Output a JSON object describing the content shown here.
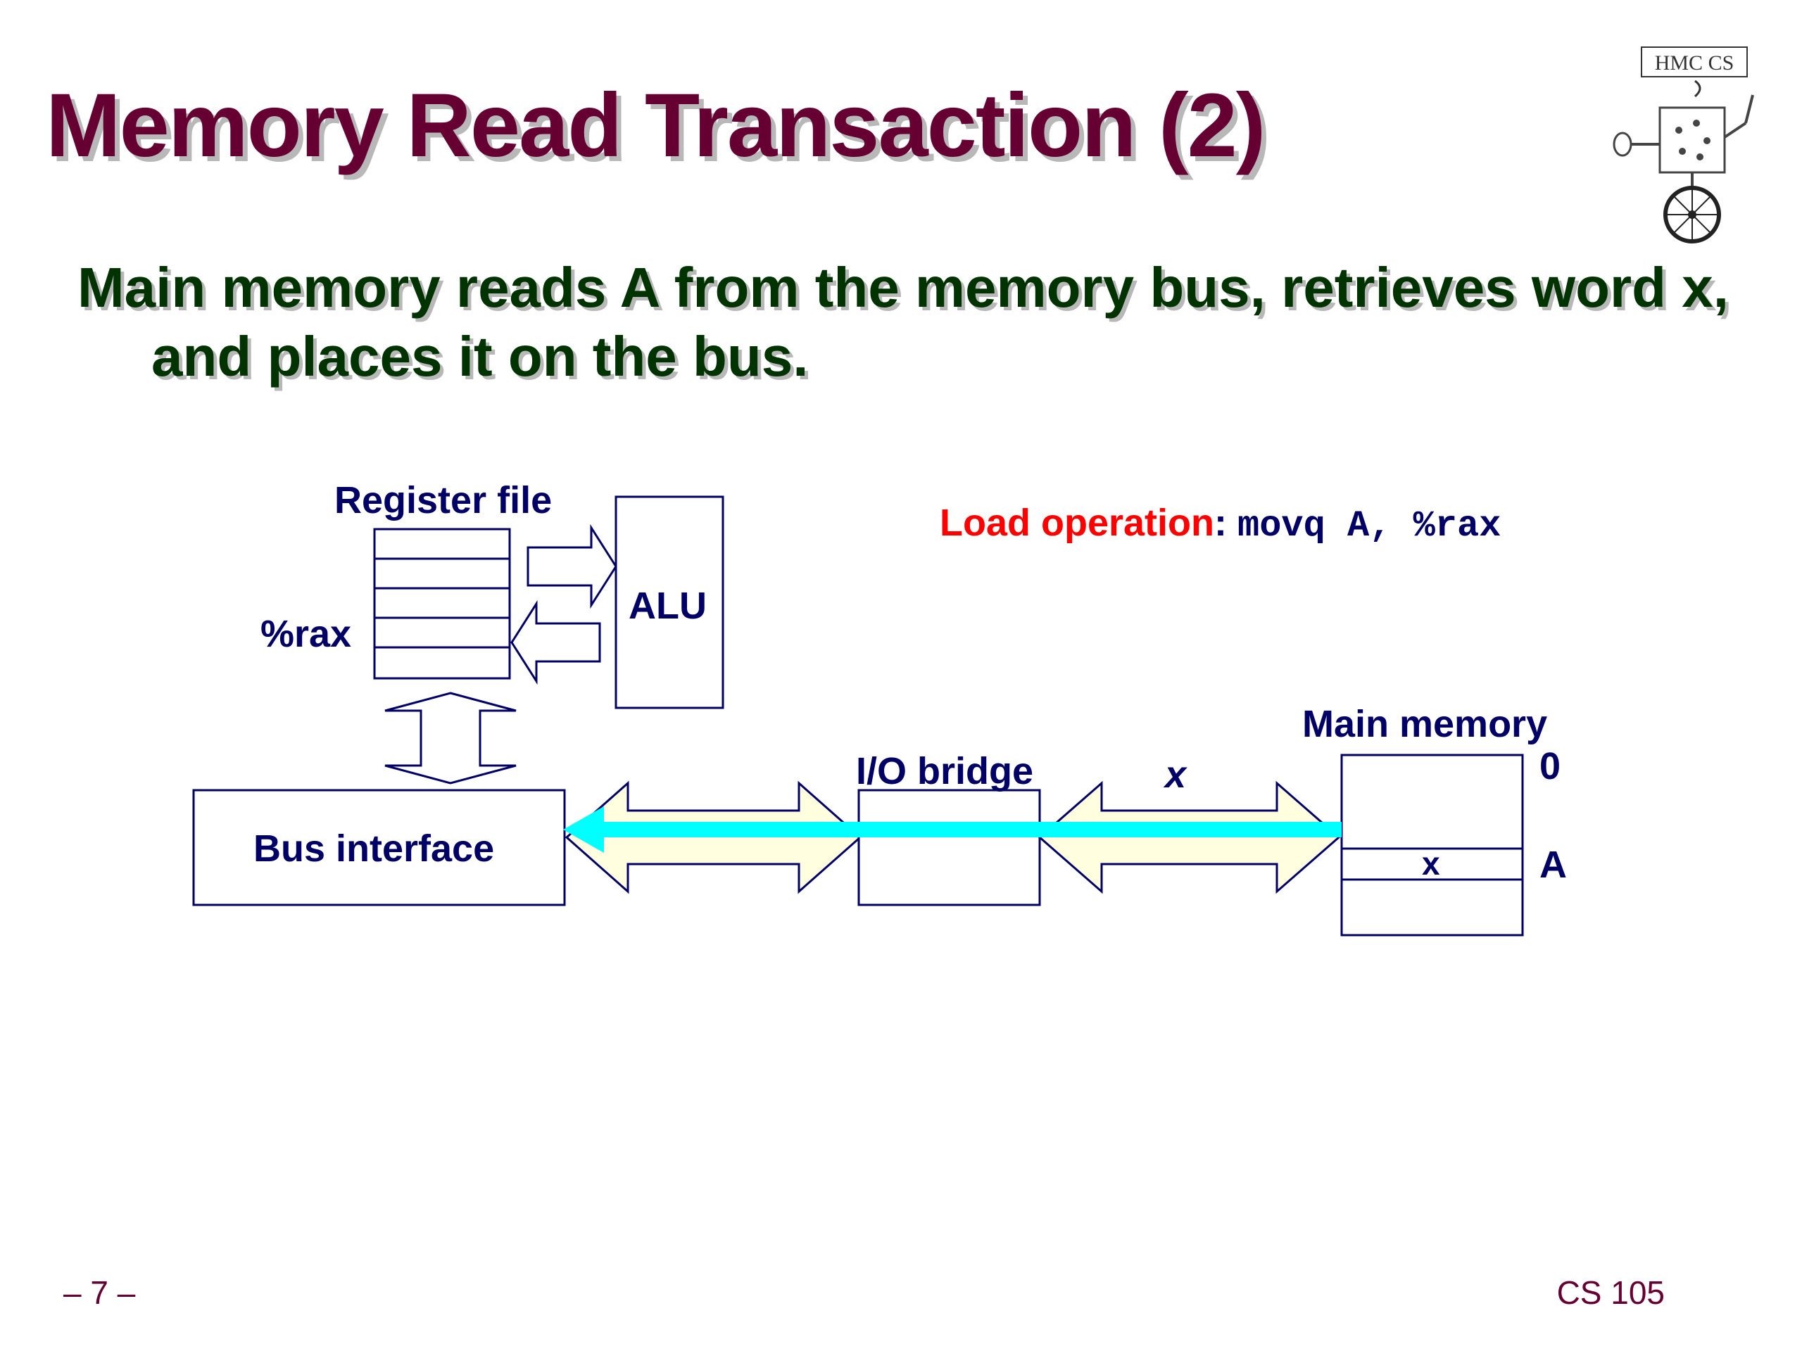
{
  "slide": {
    "title": "Memory Read Transaction (2)",
    "bullet": "Main memory reads A from the memory bus, retrieves word x, and places it on the bus."
  },
  "diagram": {
    "register_file_label": "Register file",
    "alu_label": "ALU",
    "rax_label": "%rax",
    "bus_interface_label": "Bus interface",
    "io_bridge_label": "I/O bridge",
    "main_memory_label": "Main memory",
    "bus_value_label": "x",
    "memory_cell_value": "x",
    "address_zero_label": "0",
    "address_a_label": "A",
    "load_operation": {
      "label": "Load operation",
      "separator": ":",
      "instruction": "movq A, %rax"
    }
  },
  "footer": {
    "page_number": "– 7 –",
    "course": "CS 105"
  },
  "logo": {
    "text": "HMC CS"
  },
  "colors": {
    "title": "#660033",
    "bullet": "#003300",
    "diagram_text": "#000066",
    "bus_fill": "#ffffe0",
    "data_flow_arrow": "#00ffff",
    "load_label": "#ff0000"
  }
}
